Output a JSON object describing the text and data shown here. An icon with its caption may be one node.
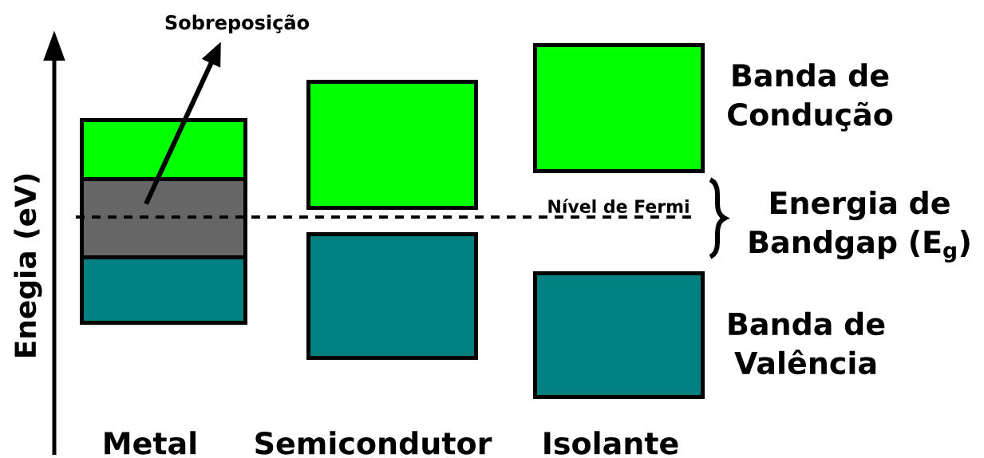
{
  "diagram": {
    "nodes": [
      {
        "text": [
          "Sobreposição"
        ]
      },
      {
        "text": [],
        "shape": "box"
      },
      {
        "text": [],
        "shape": "box"
      },
      {
        "text": [],
        "shape": "box"
      },
      {
        "text": [],
        "shape": "box"
      },
      {
        "text": [],
        "shape": "box"
      },
      {
        "text": [],
        "shape": "box",
        "beside": [
          "Banda de Condução"
        ]
      },
      {
        "text": [],
        "shape": "box",
        "beside": [
          "Banda de Valência"
        ]
      }
    ],
    "edges": [
      {
        "from": 2,
        "to": 0,
        "arrow": "to"
      }
    ],
    "labels": [
      "Enegia (eV)",
      "Nível de Fermi",
      "Energia de Bandgap (E$_{g}$)",
      "Metal",
      "Semicondutor",
      "Isolante"
    ]
  }
}
